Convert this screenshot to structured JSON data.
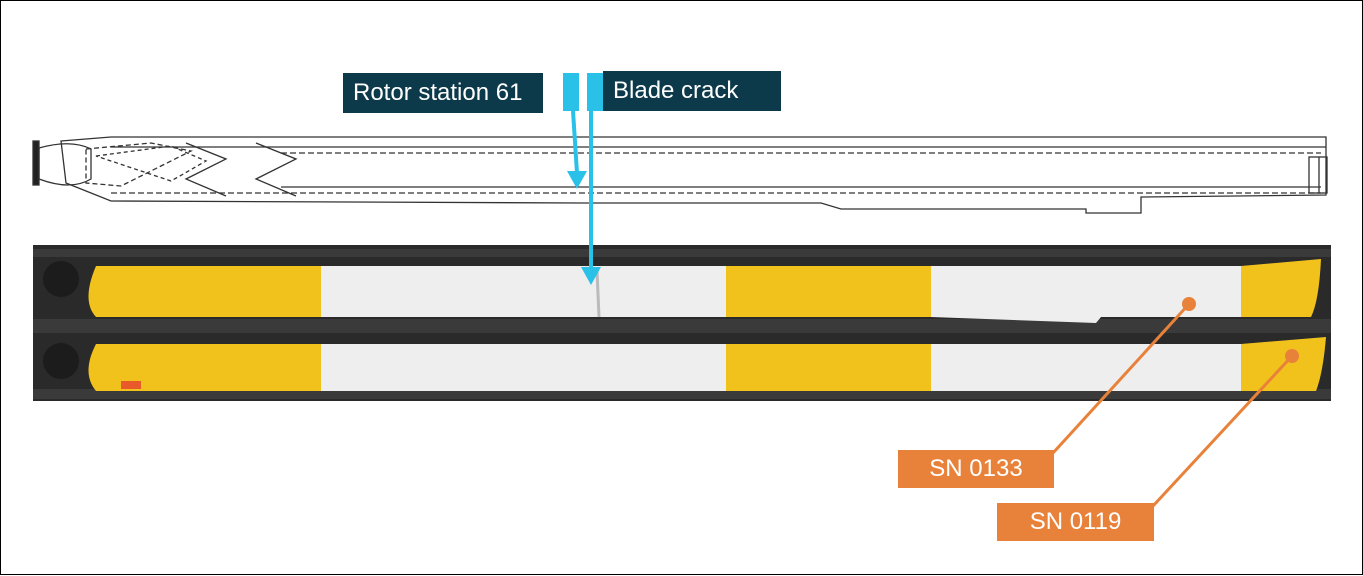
{
  "labels": {
    "rotor_station": "Rotor station 61",
    "blade_crack": "Blade crack",
    "sn_top": "SN 0133",
    "sn_bottom": "SN 0119"
  },
  "colors": {
    "callout_dark": "#0d3a4a",
    "callout_accent": "#29c1e8",
    "serial_callout": "#e8823a",
    "blade_yellow": "#f2c21c",
    "blade_white": "#eeeeee",
    "blade_dark": "#2a2a2a"
  }
}
